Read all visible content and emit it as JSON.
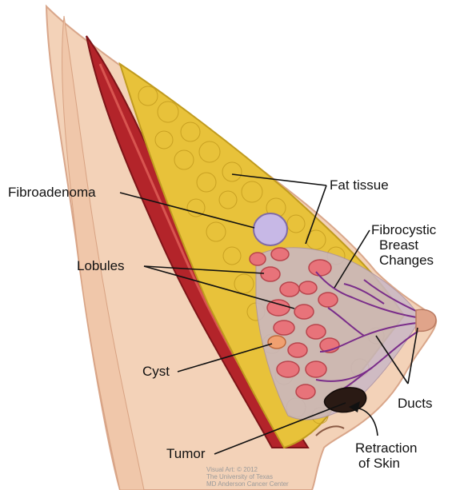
{
  "labels": {
    "fibroadenoma": "Fibroadenoma",
    "fat_tissue": "Fat tissue",
    "fibrocystic_1": "Fibrocystic",
    "fibrocystic_2": "Breast",
    "fibrocystic_3": "Changes",
    "lobules": "Lobules",
    "cyst": "Cyst",
    "ducts": "Ducts",
    "tumor": "Tumor",
    "retraction_1": "Retraction",
    "retraction_2": "of Skin"
  },
  "credit": {
    "line1": "Visual Art: © 2012",
    "line2": "The University of Texas",
    "line3": "MD Anderson Cancer Center"
  },
  "colors": {
    "muscle": "#b3242a",
    "fat": "#e8c23a",
    "lobule": "#e8737a",
    "fibroadenoma": "#c7b8e6",
    "ducts": "#7a2d8a",
    "tumor": "#2a1a14",
    "skin": "#f3d2b8"
  }
}
